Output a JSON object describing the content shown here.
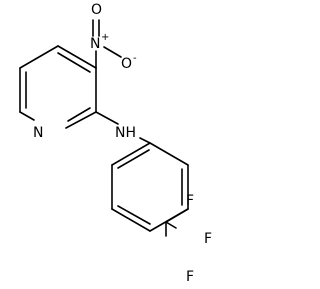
{
  "structure": {
    "atoms": {
      "nitro_n": "N",
      "nitro_n_charge": "+",
      "nitro_o_top": "O",
      "nitro_o_right": "O",
      "nitro_o_right_charge": "-",
      "ring_n": "N",
      "amine": "NH",
      "f_top": "F",
      "f_right": "F",
      "f_bottom": "F"
    }
  }
}
